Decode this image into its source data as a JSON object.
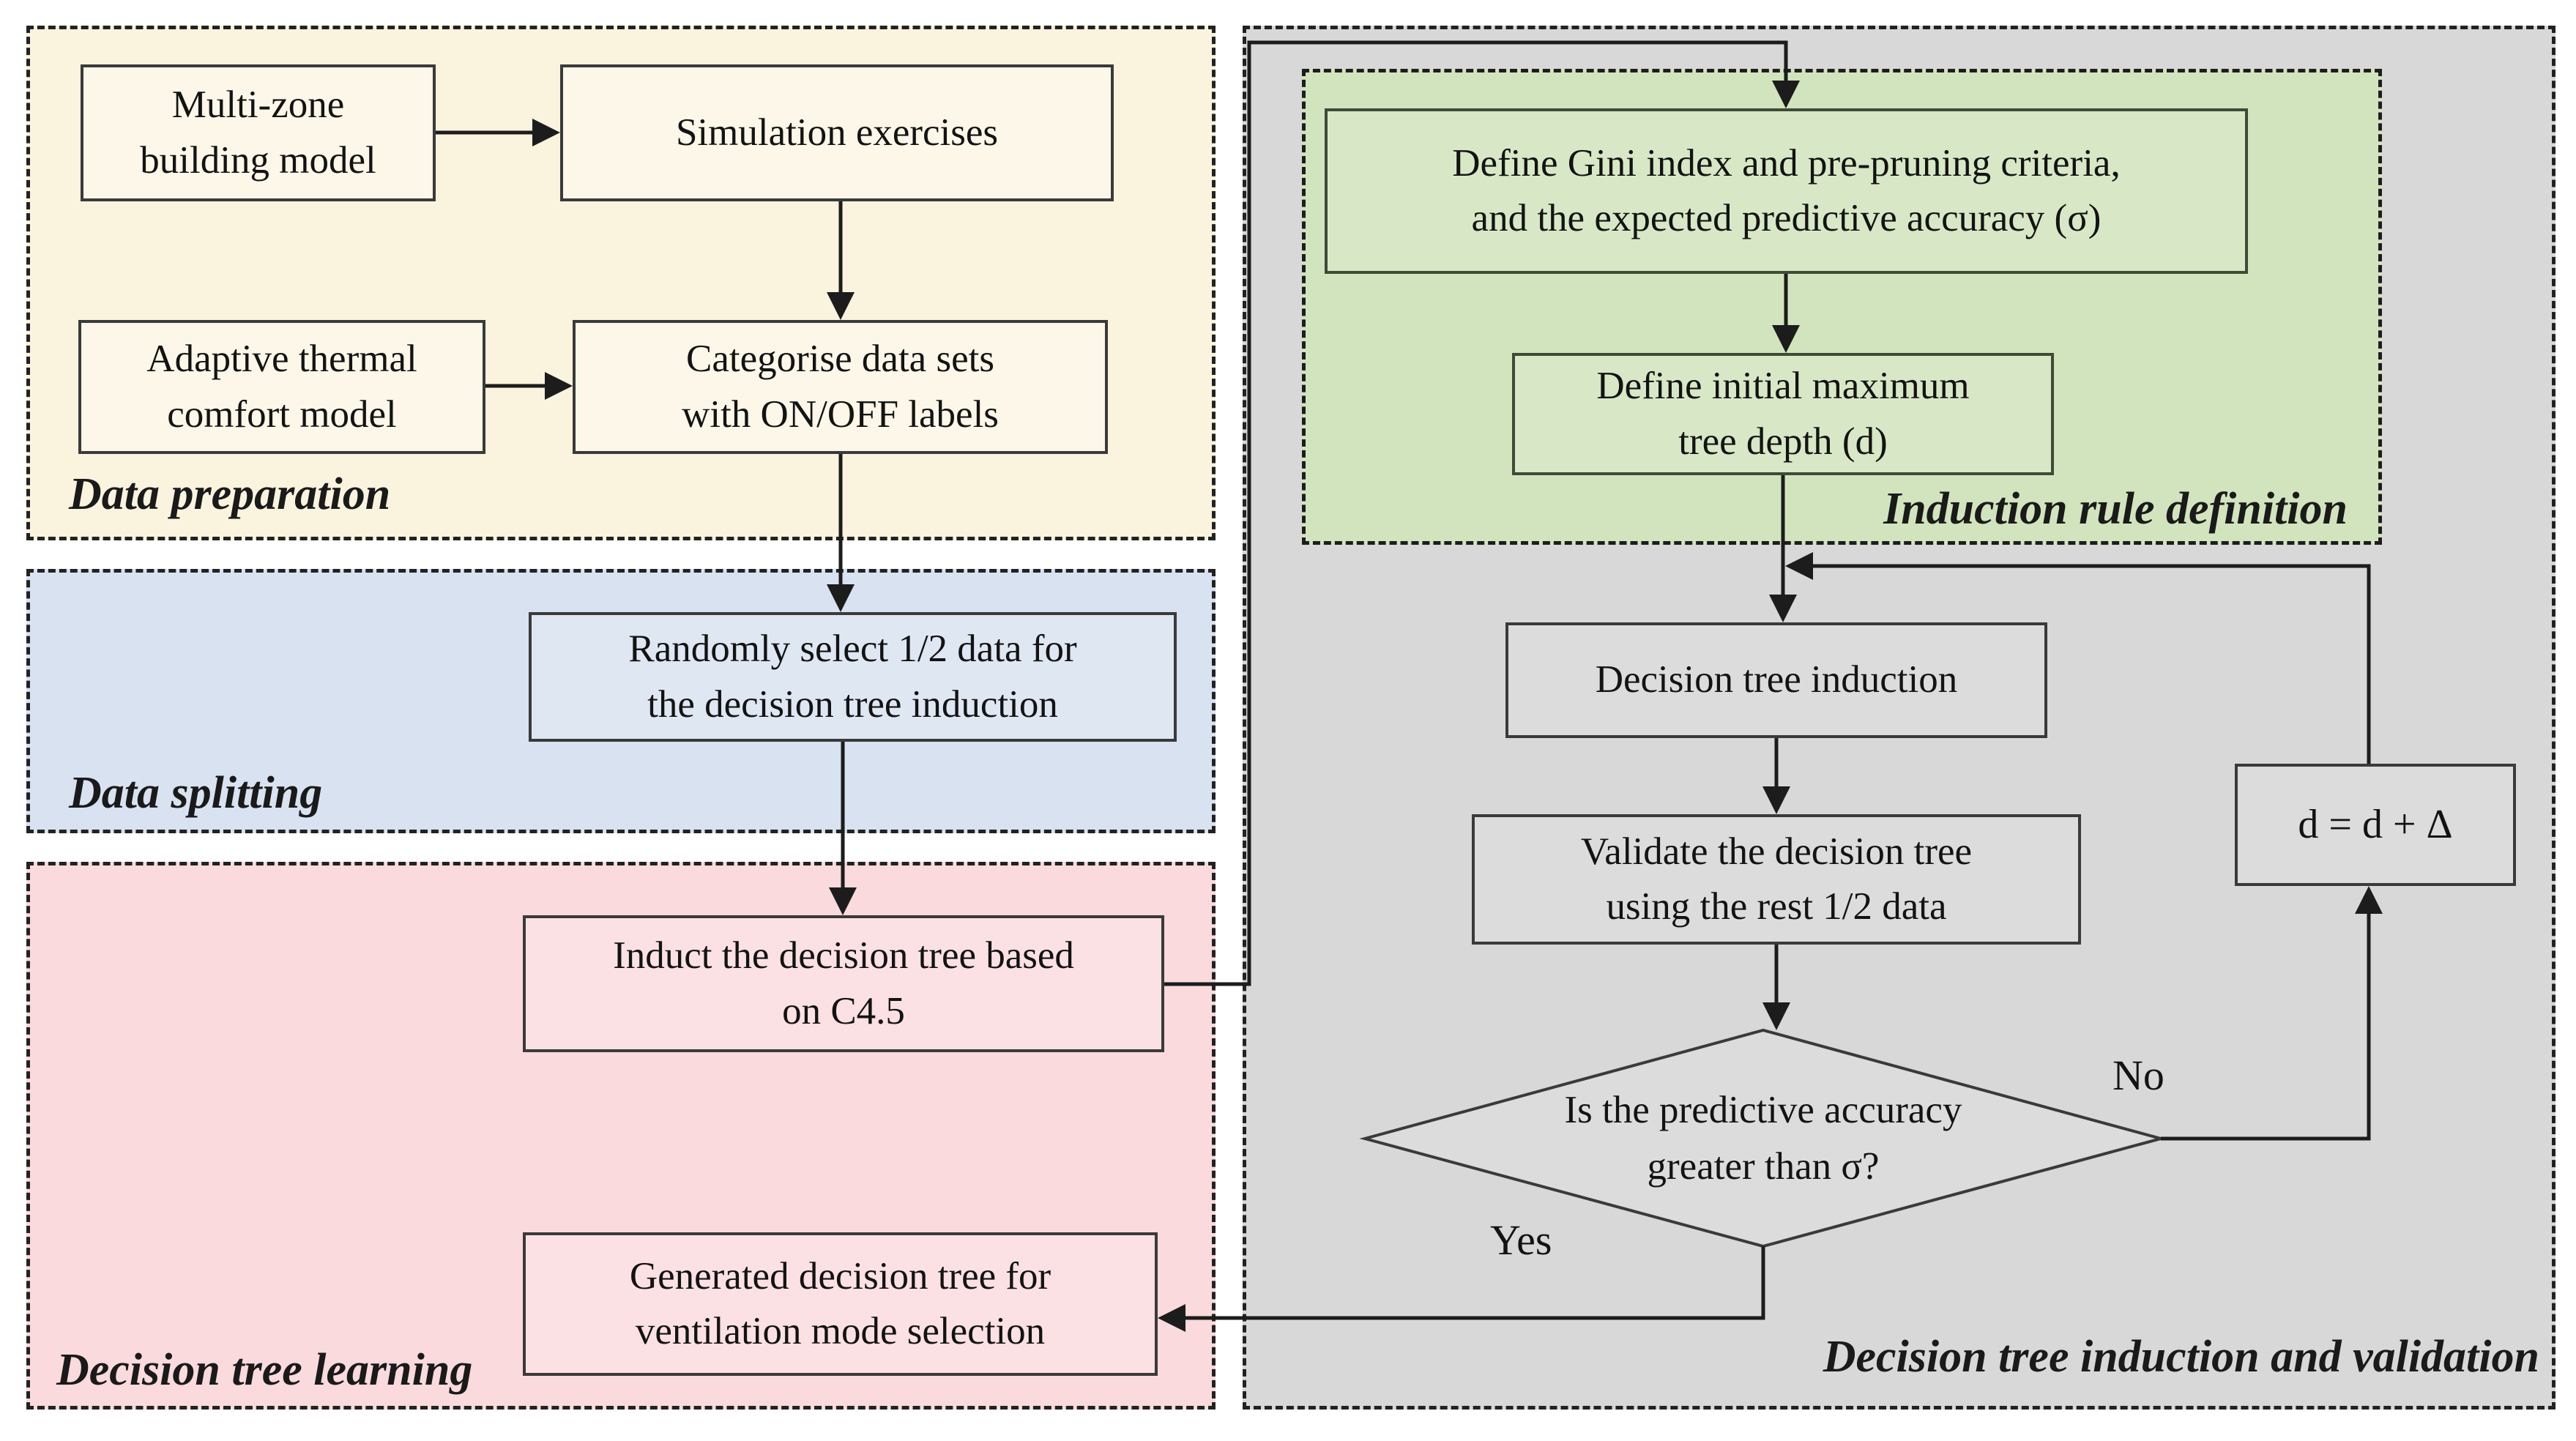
{
  "regions": {
    "data_preparation": {
      "label": "Data preparation"
    },
    "data_splitting": {
      "label": "Data splitting"
    },
    "decision_tree_learning": {
      "label": "Decision tree learning"
    },
    "induction_rule_definition": {
      "label": "Induction rule definition"
    },
    "decision_tree_induction_validation": {
      "label": "Decision tree induction and validation"
    }
  },
  "nodes": {
    "multi_zone": {
      "lines": [
        "Multi-zone",
        "building model"
      ]
    },
    "simulation": {
      "lines": [
        "Simulation exercises"
      ]
    },
    "adaptive": {
      "lines": [
        "Adaptive thermal",
        "comfort model"
      ]
    },
    "categorise": {
      "lines": [
        "Categorise data sets",
        "with ON/OFF labels"
      ]
    },
    "randomly": {
      "lines": [
        "Randomly select 1/2 data for",
        "the decision tree induction"
      ]
    },
    "c45": {
      "lines": [
        "Induct the decision tree based",
        "on C4.5"
      ]
    },
    "generated": {
      "lines": [
        "Generated decision tree for",
        "ventilation mode selection"
      ]
    },
    "gini": {
      "lines": [
        "Define Gini index and pre-pruning criteria,",
        "and the expected predictive accuracy (σ)"
      ]
    },
    "depth": {
      "lines": [
        "Define initial maximum",
        "tree depth (d)"
      ]
    },
    "induction": {
      "lines": [
        "Decision tree induction"
      ]
    },
    "validate": {
      "lines": [
        "Validate the decision tree",
        "using the rest 1/2 data"
      ]
    },
    "decision": {
      "lines": [
        "Is the predictive accuracy",
        "greater than σ?"
      ]
    },
    "ddelta": {
      "lines": [
        "d = d + Δ"
      ]
    }
  },
  "edge_labels": {
    "yes": "Yes",
    "no": "No"
  },
  "colors": {
    "data_preparation_bg": "#faf3de",
    "data_splitting_bg": "#d9e2f0",
    "decision_tree_learning_bg": "#fadadd",
    "induction_rule_definition_bg": "#d2e4bd",
    "decision_tree_induction_validation_bg": "#d8d8d8",
    "box_border": "#3a3a3a",
    "connector": "#1c1c1c",
    "text": "#131313"
  }
}
